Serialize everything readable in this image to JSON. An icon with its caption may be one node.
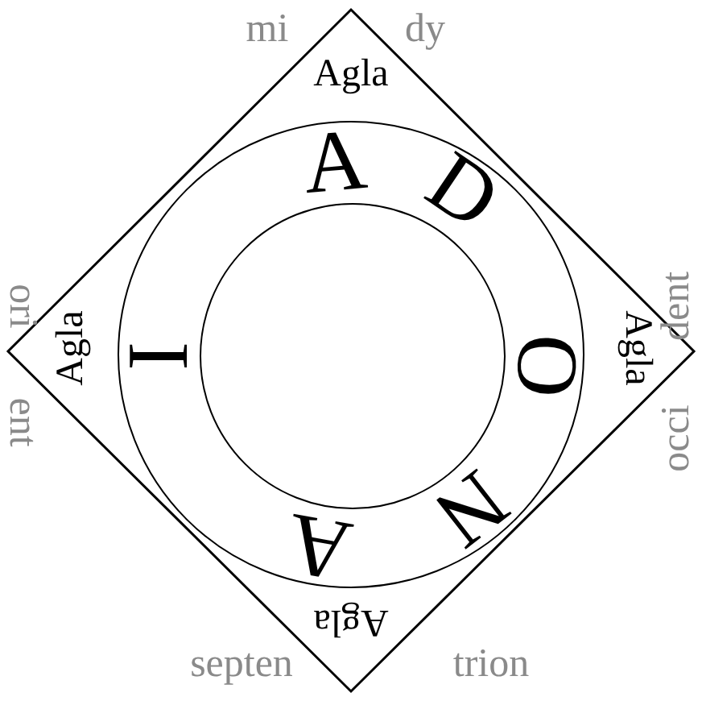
{
  "diagram": {
    "nodes": [
      {
        "text": [
          "Agla",
          "Agla",
          "Agla",
          "Agla"
        ]
      },
      {
        "text": [
          "A",
          "D",
          "O",
          "N",
          "A",
          "I"
        ],
        "in": 0
      },
      {
        "text": [],
        "shape": "circle",
        "in": 1
      }
    ],
    "labels": [
      "mi",
      "dy",
      "ori",
      "ent",
      "occi",
      "dent",
      "septen",
      "trion"
    ]
  }
}
